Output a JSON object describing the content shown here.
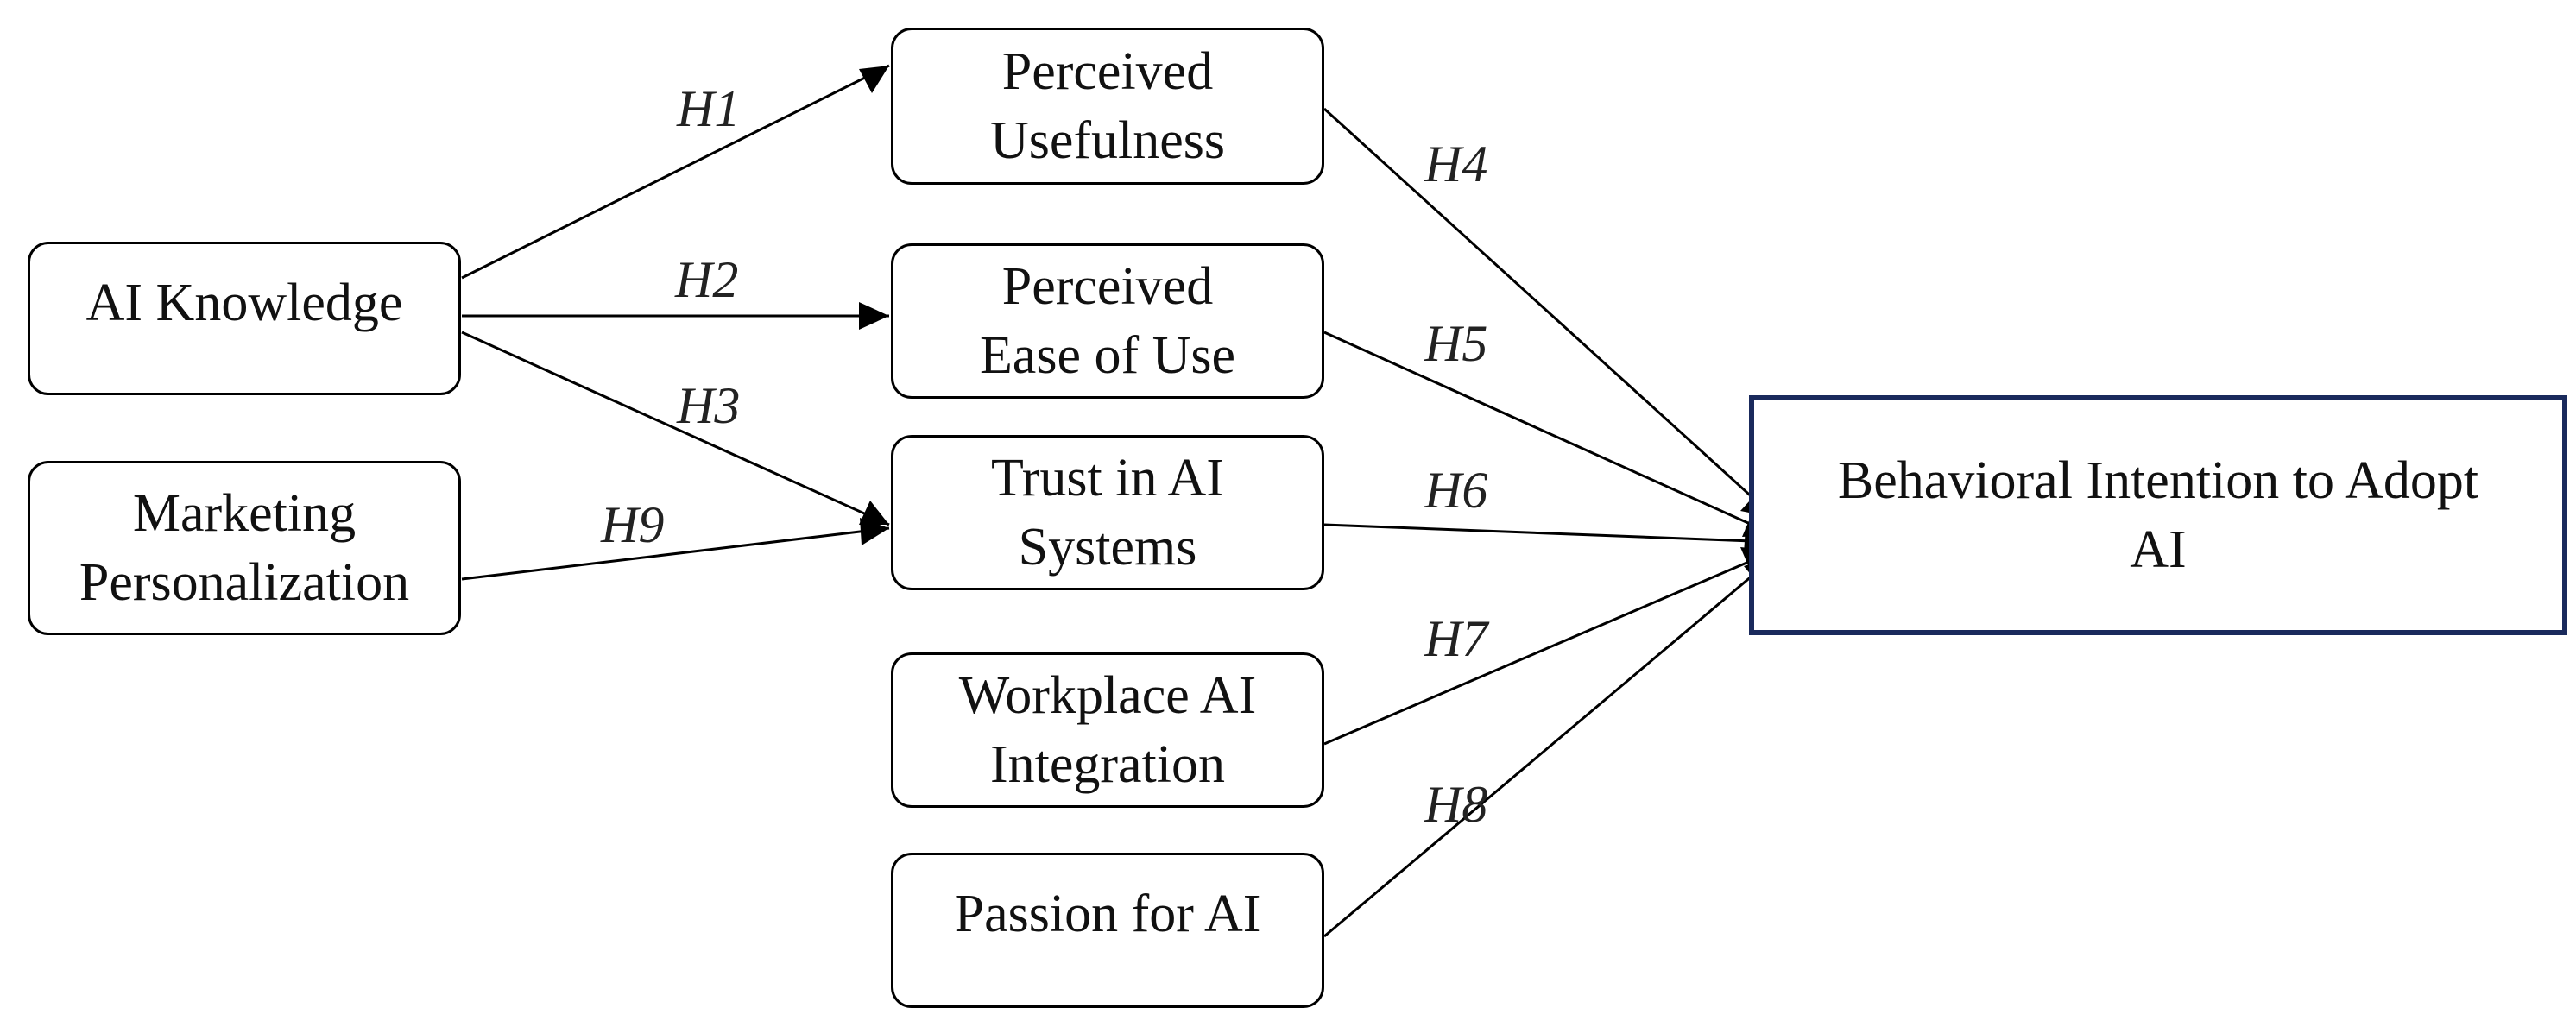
{
  "diagram": {
    "nodes": {
      "ai_knowledge": "AI Knowledge",
      "marketing_personalization": "Marketing\nPersonalization",
      "perceived_usefulness": "Perceived\nUsefulness",
      "perceived_ease_of_use": "Perceived\nEase of Use",
      "trust_in_ai_systems": "Trust in AI\nSystems",
      "workplace_ai_integration": "Workplace AI\nIntegration",
      "passion_for_ai": "Passion for AI",
      "behavioral_intention": "Behavioral Intention to Adopt\nAI"
    },
    "edges": [
      {
        "label": "H1",
        "from": "AI Knowledge",
        "to": "Perceived Usefulness"
      },
      {
        "label": "H2",
        "from": "AI Knowledge",
        "to": "Perceived Ease of Use"
      },
      {
        "label": "H3",
        "from": "AI Knowledge",
        "to": "Trust in AI Systems"
      },
      {
        "label": "H4",
        "from": "Perceived Usefulness",
        "to": "Behavioral Intention to Adopt AI"
      },
      {
        "label": "H5",
        "from": "Perceived Ease of Use",
        "to": "Behavioral Intention to Adopt AI"
      },
      {
        "label": "H6",
        "from": "Trust in AI Systems",
        "to": "Behavioral Intention to Adopt AI"
      },
      {
        "label": "H7",
        "from": "Workplace AI Integration",
        "to": "Behavioral Intention to Adopt AI"
      },
      {
        "label": "H8",
        "from": "Passion for AI",
        "to": "Behavioral Intention to Adopt AI"
      },
      {
        "label": "H9",
        "from": "Marketing Personalization",
        "to": "Trust in AI Systems"
      }
    ],
    "colors": {
      "outcome_border": "#1a2a5c",
      "node_border": "#000000",
      "arrow": "#000000"
    }
  }
}
